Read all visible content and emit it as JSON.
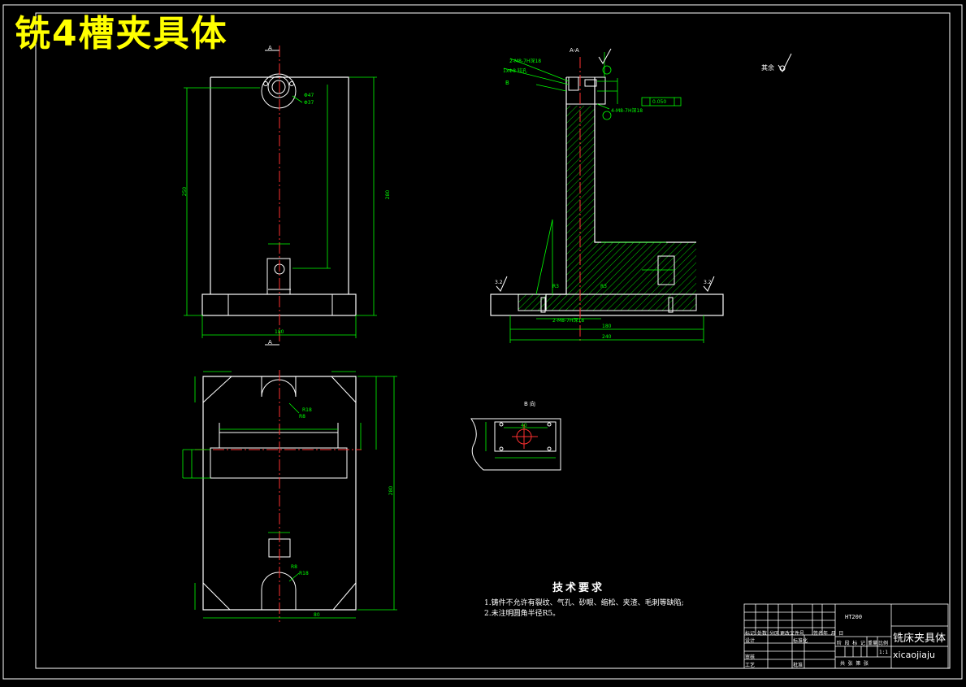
{
  "drawing": {
    "banner_title": "铣4槽夹具体",
    "view_labels": {
      "section": "A-A",
      "detail_b": "B 向",
      "section_mark_a": "A",
      "mark_b": "B",
      "roughness_rest": "其余"
    },
    "technical_requirements": {
      "heading": "技术要求",
      "items": [
        "1.铸件不允许有裂纹、气孔、砂眼、缩松、夹渣、毛刺等缺陷;",
        "2.未注明圆角半径R5。"
      ]
    },
    "title_block": {
      "part_name": "铣床夹具体",
      "designer_id": "xicaojiaju",
      "material": "HT200",
      "scale": "1:1",
      "header_cells": [
        "标记",
        "处数",
        "分区",
        "更改文件号",
        "签名",
        "年 月 日"
      ],
      "role_cells": [
        "设计",
        "审核",
        "工艺",
        "标准化",
        "批准"
      ],
      "stage_cells": [
        "阶 段 标 记",
        "重量",
        "比例"
      ],
      "sheet_cells": [
        "共 张  第 张"
      ]
    },
    "dimensions": {
      "front_width": "180",
      "front_height": "280",
      "front_inner_height": "250",
      "hole_dia_1": "Φ47",
      "hole_dia_2": "Φ37",
      "plan_length": "280",
      "plan_width": "80",
      "plan_r1": "R18",
      "plan_r2": "R8",
      "plan_r3": "R8",
      "plan_r4": "R18",
      "section_base_1": "180",
      "section_base_2": "240",
      "section_fillet_1": "R3",
      "section_fillet_2": "R3",
      "section_rough_1": "3.2",
      "section_rough_2": "3.2",
      "section_tol": "0.050",
      "section_callout_1": "2-M8-7H深18",
      "section_callout_2": "4-M8-7H深18",
      "section_callout_3": "2-M8-7H深18",
      "section_callout_4": "1xΦ8 铰孔",
      "detail_dim": "40"
    }
  }
}
